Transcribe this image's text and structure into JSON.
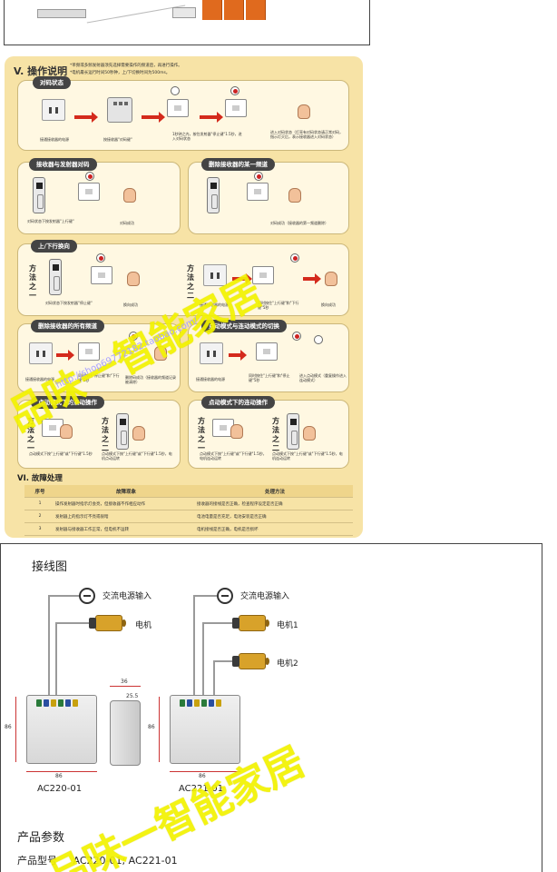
{
  "ops": {
    "title": "V. 操作说明",
    "note_line1": "*单频或多频发射器须先选择需要操作的频道后，再进行操作。",
    "note_line2": "*电机最长运行时间50秒钟，上/下切换时间为500ms。",
    "cards": {
      "pairing_state": {
        "title": "对码状态",
        "captions": [
          "接通接收器的电源",
          "按接收器\"对码键\"",
          "1秒钟之内，按住发射器\"停止键\"1.5秒，进入对码状态",
          "进入对码状态（灯亮有对码状态请正常对码，指示灯灭后，表示接收器进入对码状态）"
        ]
      },
      "pair_receiver_transmitter": {
        "title": "接收器与发射器对码",
        "captions": [
          "对码状态下按发射器\"上行键\"",
          "对码成功"
        ]
      },
      "delete_channel": {
        "title": "删除接收器的某一频道",
        "captions": [
          "对码成功（接收器的第一频道删除）"
        ]
      },
      "direction": {
        "title": "上/下行换向",
        "method_one": "方法之一",
        "method_two": "方法之二",
        "captions": [
          "对码状态下按发射器\"停止键\"",
          "换向成功",
          "接通接收器的电源",
          "同时按住\"上行键\"和\"下行键\"5秒",
          "换向成功"
        ]
      },
      "delete_all": {
        "title": "删除接收器的所有频道",
        "captions": [
          "接通接收器的电源",
          "同时按住\"停止键\"和\"下行键\"5秒",
          "删除码成功（接收器的频道记录被清除）"
        ]
      },
      "mode_switch": {
        "title": "点动模式与连动模式的切换",
        "captions": [
          "接通接收器的电源",
          "同时按住\"上行键\"和\"停止键\"5秒",
          "进入点动模式（重复操作进入连动模式）"
        ]
      },
      "jog_operation": {
        "title": "点动模式下的点动操作",
        "method_one": "方法之一",
        "method_two": "方法之二",
        "captions": [
          "点动模式下按\"上行键\"或\"下行键\"1.5秒",
          "点动模式下按\"上行键\"或\"下行键\"1.5秒，电机点动运转"
        ]
      },
      "linked_operation": {
        "title": "点动模式下的连动操作",
        "method_one": "方法之一",
        "method_two": "方法之二",
        "captions": [
          "点动模式下按\"上行键\"或\"下行键\"1.5秒，电机连动运转",
          "点动模式下按\"上行键\"或\"下行键\"1.5秒，电机连动运转"
        ]
      }
    }
  },
  "faults": {
    "title": "VI. 故障处理",
    "headers": [
      "序号",
      "故障现象",
      "处理方法"
    ],
    "rows": [
      [
        "1",
        "操作发射器时指示灯会亮，但接收器不作相应动作",
        "接收器的接线是否正确，检查程序设定是否正确"
      ],
      [
        "2",
        "发射器上的指示灯不亮或很暗",
        "电池电量是否充足，电池安装是否正确"
      ],
      [
        "3",
        "发射器与接收器工作正常，但电机不运转",
        "电机接线是否正确，电机是否损坏"
      ]
    ]
  },
  "wiring": {
    "title": "接线图",
    "ac_input": "交流电源输入",
    "motor": "电机",
    "motor1": "电机1",
    "motor2": "电机2",
    "model_left": "AC220-01",
    "model_right": "AC221-01",
    "dim_86": "86",
    "dim_36": "36",
    "dim_25_5": "25.5"
  },
  "params": {
    "title": "产品参数",
    "model_label": "产品型号",
    "model_value": "AC220-01; AC221-01"
  },
  "watermark": {
    "text": "品味一智能家居",
    "url": "http://shop69772182.taobao.com/"
  },
  "colors": {
    "panel_bg": "#f7e3a6",
    "card_title_bg": "#444444",
    "arrow": "#d42a1c",
    "watermark": "#f3f300"
  }
}
